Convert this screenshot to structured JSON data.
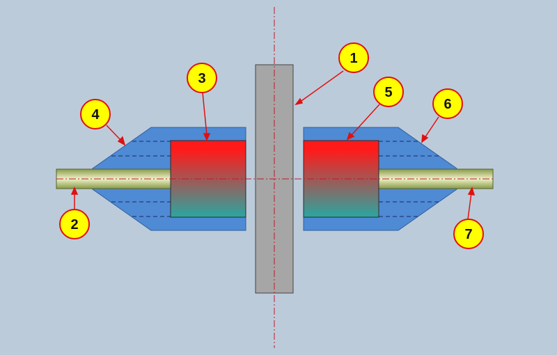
{
  "colors": {
    "background": "#bccbda",
    "housing": "#4f8ad4",
    "housing_edge": "#2e5f9e",
    "disc": "#a6a6a6",
    "disc_edge": "#444444",
    "shaft_light": "#eef2c8",
    "shaft_dark": "#8a9a48",
    "pad_top": "#ff1a1a",
    "pad_bottom": "#2aa6a0",
    "leader": "#e01010",
    "callout_fill": "#ffff00",
    "callout_edge": "#e01010",
    "centerline": "#c0182a",
    "hidden_line": "#1a2a60"
  },
  "callouts": [
    {
      "label": "1"
    },
    {
      "label": "2"
    },
    {
      "label": "3"
    },
    {
      "label": "4"
    },
    {
      "label": "5"
    },
    {
      "label": "6"
    },
    {
      "label": "7"
    }
  ]
}
